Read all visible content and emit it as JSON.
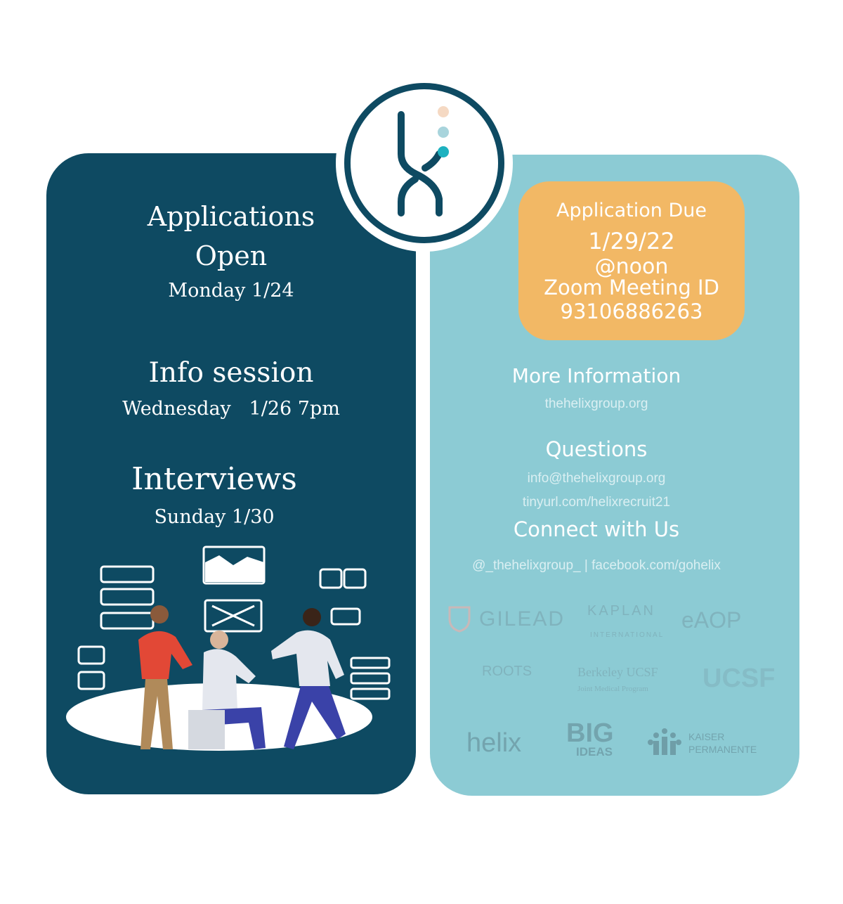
{
  "left": {
    "applications_title_1": "Applications",
    "applications_title_2": "Open",
    "applications_date": "Monday 1/24",
    "info_title": "Info session",
    "info_date": "Wednesday   1/26 7pm",
    "interviews_title": "Interviews",
    "interviews_date": "Sunday 1/30"
  },
  "due": {
    "line1": "Application Due",
    "line2": "1/29/22",
    "line3": "@noon",
    "line4": "Zoom Meeting ID",
    "line5": "93106886263"
  },
  "right": {
    "more_info_heading": "More Information",
    "website": "thehelixgroup.org",
    "questions_heading": "Questions",
    "email": "info@thehelixgroup.org",
    "tinyurl": "tinyurl.com/helixrecruit21",
    "connect_heading": "Connect with Us",
    "social": "@_thehelixgroup_ | facebook.com/gohelix"
  },
  "sponsors": {
    "gilead": "GILEAD",
    "kaplan": "KAPLAN",
    "kaplan_sub": "INTERNATIONAL",
    "eaop": "eAOP",
    "roots": "ROOTS",
    "berkeley": "Berkeley UCSF",
    "berkeley_sub": "Joint Medical Program",
    "ucsf": "UCSF",
    "helix": "helix",
    "big": "BIG",
    "ideas": "IDEAS",
    "kaiser_1": "KAISER",
    "kaiser_2": "PERMANENTE"
  },
  "colors": {
    "left_panel": "#0e4a62",
    "right_panel": "#8ccbd4",
    "due_box": "#f2b865"
  }
}
